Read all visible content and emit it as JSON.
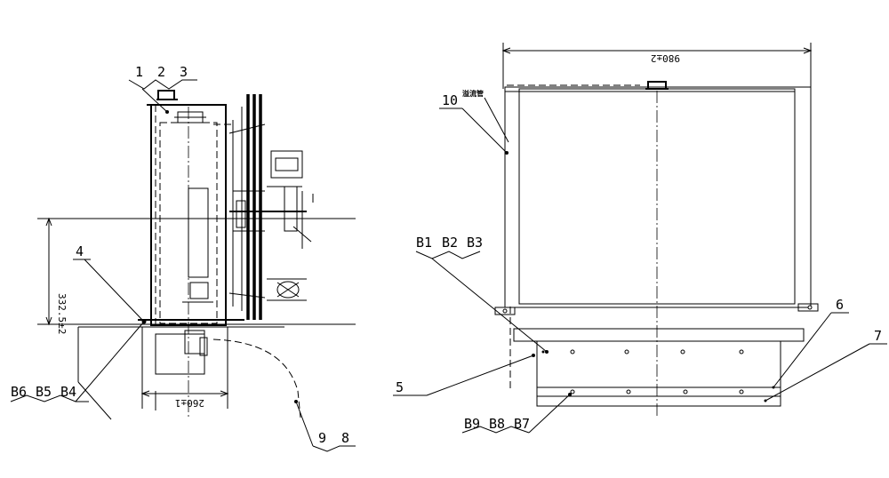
{
  "labels": {
    "l1": "1",
    "l2": "2",
    "l3": "3",
    "l4": "4",
    "l5": "5",
    "l6": "6",
    "l7": "7",
    "l8": "8",
    "l9": "9",
    "l10": "10",
    "b1": "B1",
    "b2": "B2",
    "b3": "B3",
    "b4": "B4",
    "b5": "B5",
    "b6": "B6",
    "b7": "B7",
    "b8": "B8",
    "b9": "B9"
  },
  "dimensions": {
    "height_left": "332.5±2",
    "width_left": "260±1",
    "width_right": "980±2"
  },
  "notes": {
    "overflow": "溢流管"
  }
}
